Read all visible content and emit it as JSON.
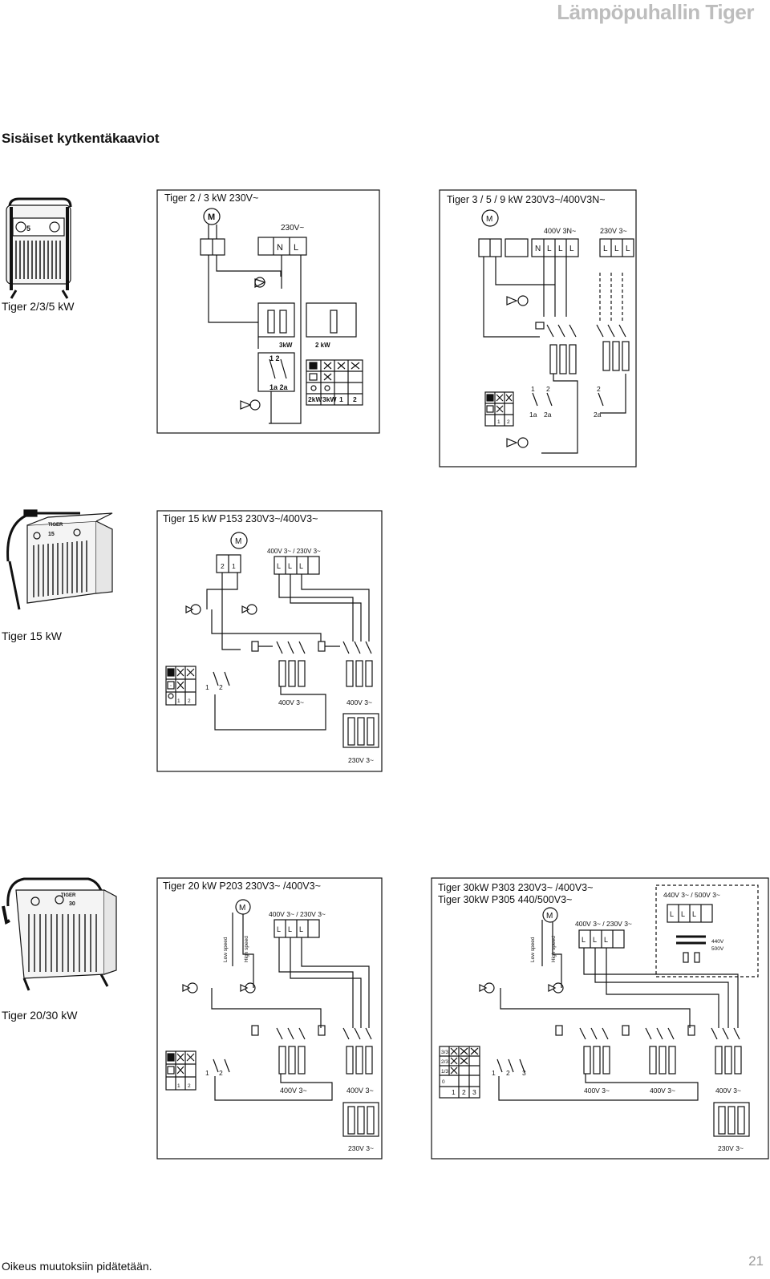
{
  "header": {
    "title": "Lämpöpuhallin Tiger"
  },
  "section": {
    "title": "Sisäiset kytkentäkaaviot"
  },
  "heaters": {
    "small": {
      "label": "Tiger 2/3/5 kW",
      "badge": "5"
    },
    "mid": {
      "label": "Tiger 15 kW",
      "badge": "15",
      "brand": "TIGER"
    },
    "large": {
      "label": "Tiger 20/30 kW",
      "badge": "30",
      "brand": "TIGER"
    }
  },
  "diagrams": {
    "d1": {
      "title": "Tiger 2 / 3 kW 230V~",
      "motor": "M",
      "supply": "230V~",
      "n": "N",
      "l": "L",
      "kw3": "3kW",
      "kw2": "2 kW",
      "pos12": "1 2",
      "pos1a2a": "1a 2a",
      "table_bottom": [
        "2kW",
        "3kW",
        "1",
        "2"
      ]
    },
    "d2": {
      "title": "Tiger 3 / 5 / 9 kW 230V3~/400V3N~",
      "motor": "M",
      "supply1": "400V 3N~",
      "supply2": "230V 3~",
      "n": "N",
      "l": "L",
      "p1": "1",
      "p2": "2",
      "p2b": "2",
      "p1a": "1a",
      "p2a": "2a",
      "p2ab": "2a",
      "table_bottom": [
        "1",
        "2"
      ]
    },
    "d3": {
      "title": "Tiger 15 kW  P153 230V3~/400V3~",
      "motor": "M",
      "supply": "400V 3~ / 230V 3~",
      "l": "L",
      "term": [
        "2",
        "1"
      ],
      "sw": [
        "1",
        "2"
      ],
      "v400a": "400V 3~",
      "v400b": "400V 3~",
      "v230": "230V 3~",
      "table_bottom": [
        "1",
        "2"
      ]
    },
    "d4": {
      "title": "Tiger 20 kW  P203 230V3~ /400V3~",
      "motor": "M",
      "supply": "400V 3~ / 230V 3~",
      "l": "L",
      "low": "Low speed",
      "high": "High speed",
      "sw": [
        "1",
        "2"
      ],
      "v400a": "400V 3~",
      "v400b": "400V 3~",
      "v230": "230V 3~",
      "table_bottom": [
        "1",
        "2"
      ]
    },
    "d5": {
      "title1": "Tiger 30kW  P303 230V3~ /400V3~",
      "title2": "Tiger 30kW P305 440/500V3~",
      "motor": "M",
      "supply": "400V 3~ / 230V 3~",
      "supply_alt": "440V 3~ / 500V 3~",
      "alt1": "440V",
      "alt2": "500V",
      "l": "L",
      "low": "Low speed",
      "high": "High speed",
      "steps": [
        "3/3",
        "2/3",
        "1/3",
        "0"
      ],
      "table_bottom": [
        "1",
        "2",
        "3"
      ],
      "sw": [
        "1",
        "2",
        "3"
      ],
      "v400a": "400V 3~",
      "v400b": "400V 3~",
      "v400c": "400V 3~",
      "v230": "230V 3~"
    }
  },
  "footer": {
    "note": "Oikeus muutoksiin pidätetään.",
    "page": "21"
  }
}
